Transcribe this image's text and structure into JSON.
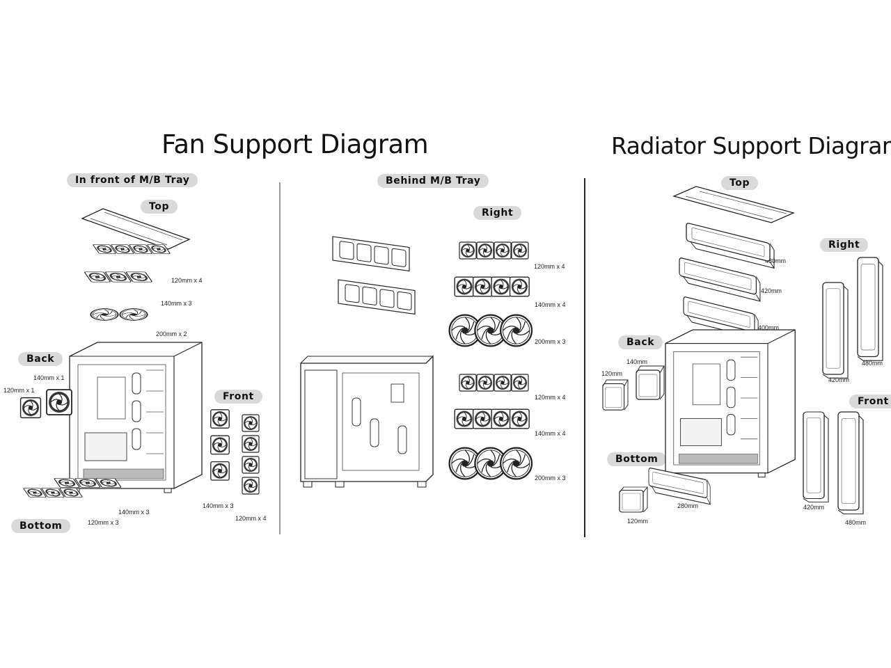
{
  "titles": {
    "fan": "Fan Support Diagram",
    "radiator": "Radiator Support Diagram"
  },
  "fan_front": {
    "section": "In front of M/B Tray",
    "top": "Top",
    "back": "Back",
    "front": "Front",
    "bottom": "Bottom",
    "top_120": "120mm x 4",
    "top_140": "140mm x 3",
    "top_200": "200mm x 2",
    "back_140": "140mm x 1",
    "back_120": "120mm x 1",
    "front_140": "140mm x 3",
    "front_120": "120mm x 4",
    "bottom_140": "140mm x 3",
    "bottom_120": "120mm x 3"
  },
  "fan_behind": {
    "section": "Behind M/B Tray",
    "right": "Right",
    "r1": "120mm x 4",
    "r2": "140mm x 4",
    "r3": "200mm x 3",
    "r4": "120mm x 4",
    "r5": "140mm x 4",
    "r6": "200mm x 3"
  },
  "radiator": {
    "top": "Top",
    "right": "Right",
    "back": "Back",
    "front": "Front",
    "bottom": "Bottom",
    "top_480": "480mm",
    "top_420": "420mm",
    "top_400": "400mm",
    "right_480": "480mm",
    "right_420": "420mm",
    "back_140": "140mm",
    "back_120": "120mm",
    "front_420": "420mm",
    "front_480": "480mm",
    "bottom_280": "280mm",
    "bottom_120": "120mm"
  },
  "colors": {
    "pill": "#d9d9d9",
    "line": "#222222",
    "divider": "#9a9a9a"
  }
}
